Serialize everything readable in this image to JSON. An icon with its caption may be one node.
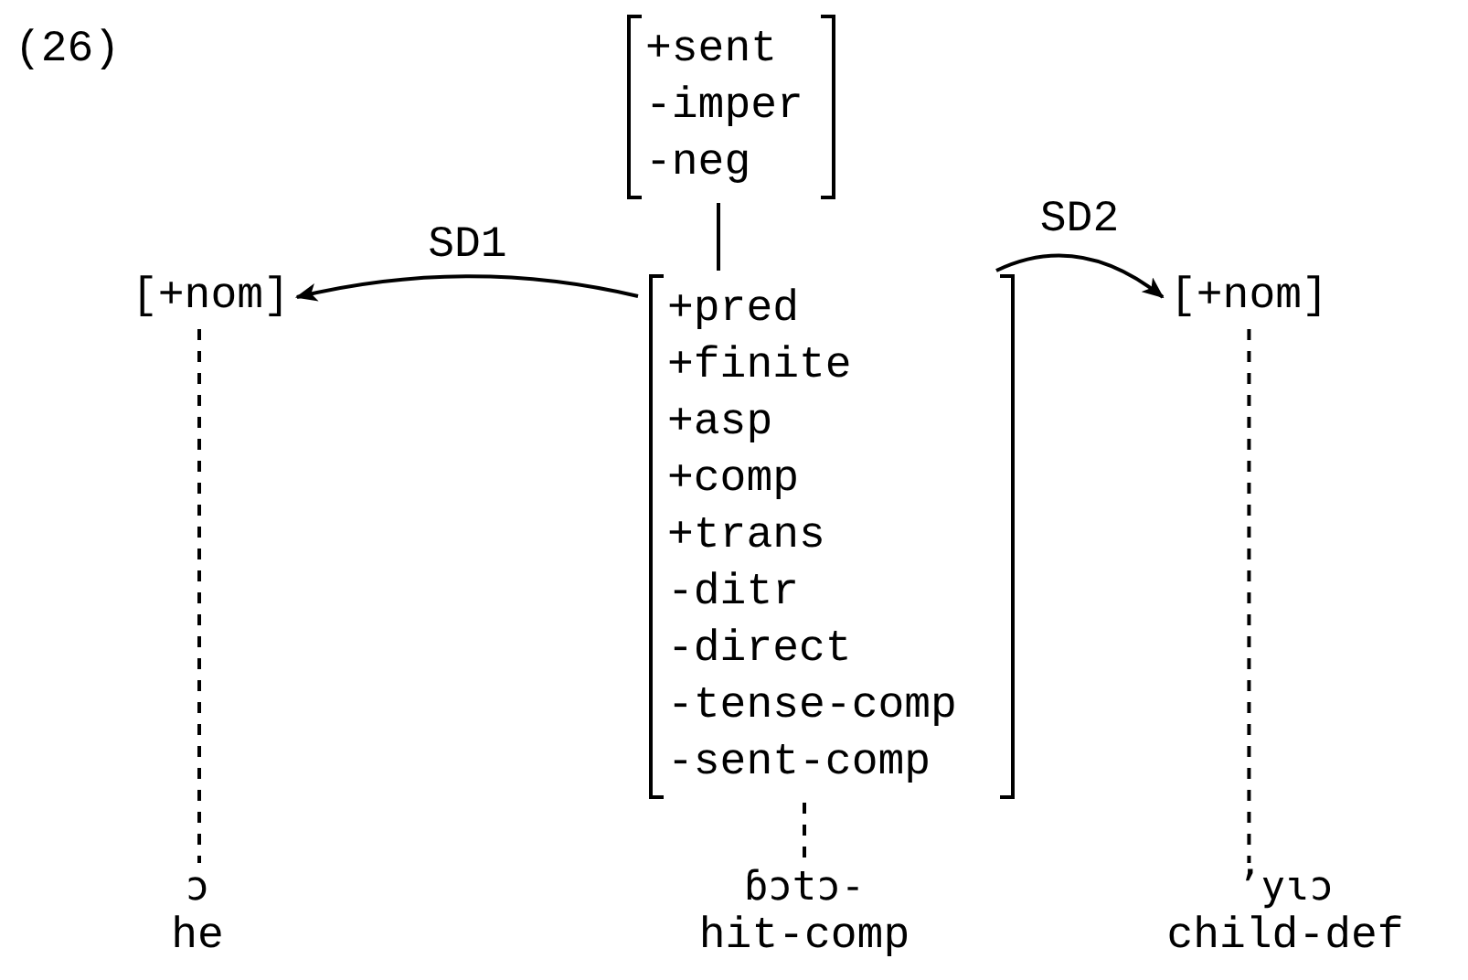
{
  "diagram": {
    "nodes": [
      {
        "text": [
          "+sent",
          "-imper",
          "-neg"
        ]
      },
      {
        "text": [
          "[+nom]"
        ]
      },
      {
        "text": [
          "+pred",
          "+finite",
          "+asp",
          "+comp",
          "+trans",
          "-ditr",
          "-direct",
          "-tense-comp",
          "-sent-comp"
        ]
      },
      {
        "text": [
          "[+nom]"
        ]
      },
      {
        "text": [
          "ɔ",
          "he"
        ]
      },
      {
        "text": [
          "ɓɔtɔ-",
          "hit-comp"
        ]
      },
      {
        "text": [
          "ʼyɩɔ",
          "child-def"
        ]
      }
    ],
    "edges": [
      {
        "from": 0,
        "to": 2,
        "arrow": "none"
      },
      {
        "from": 2,
        "to": 1,
        "arrow": "to",
        "label": "SD1"
      },
      {
        "from": 2,
        "to": 3,
        "arrow": "to",
        "label": "SD2"
      },
      {
        "from": 1,
        "to": 4,
        "arrow": "none",
        "style": "dashed"
      },
      {
        "from": 2,
        "to": 5,
        "arrow": "none",
        "style": "dashed"
      },
      {
        "from": 3,
        "to": 6,
        "arrow": "none",
        "style": "dashed"
      }
    ],
    "labels": [
      "(26)"
    ]
  }
}
